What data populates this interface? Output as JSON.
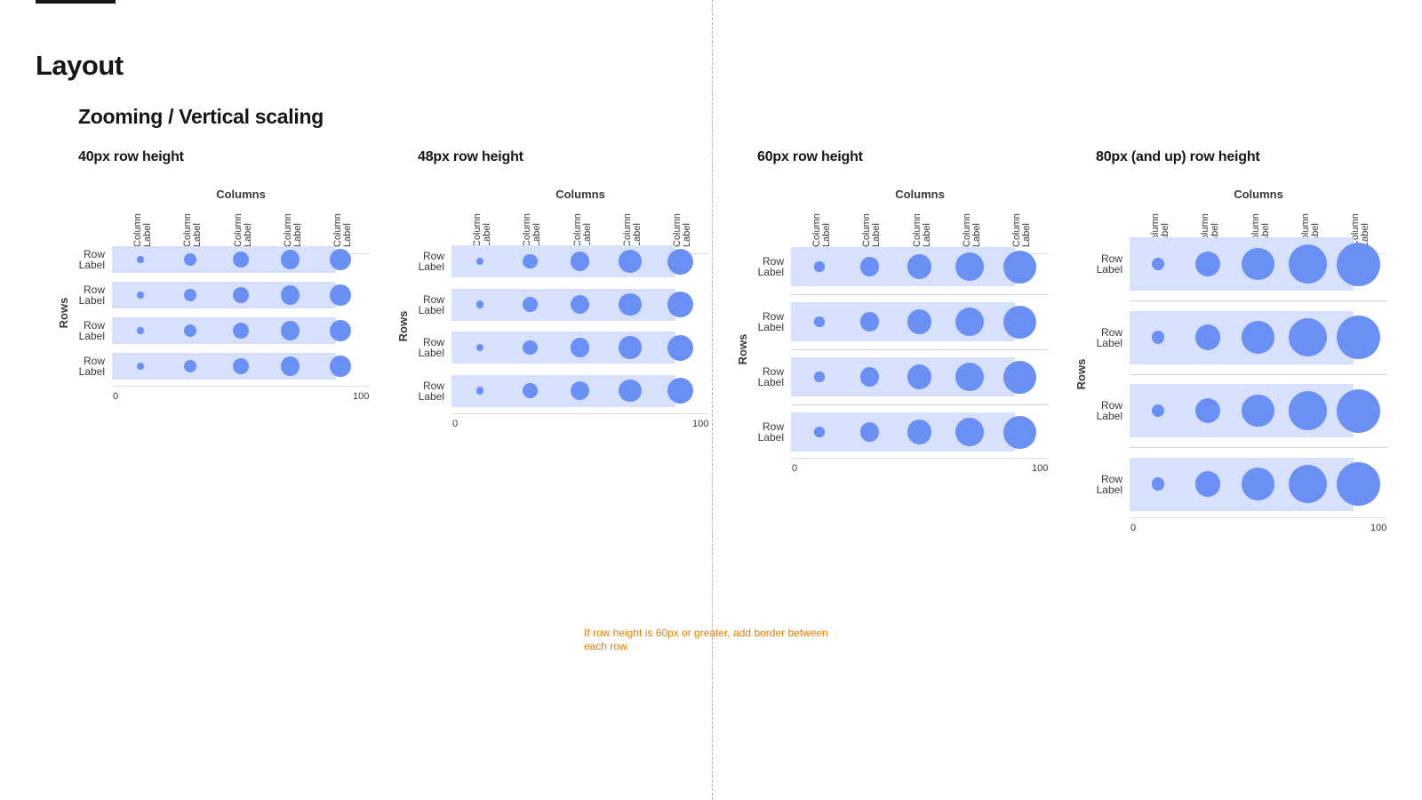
{
  "page": {
    "title": "Layout",
    "section_title": "Zooming / Vertical scaling",
    "note": "If row height is 60px or greater, add border between each row."
  },
  "colors": {
    "dot": "#6a8ff5",
    "row_fill": "#d7e1fb",
    "note": "#e87d00",
    "guide": "#f1a33a"
  },
  "panels": [
    {
      "title": "40px row height",
      "columns_title": "Columns",
      "rows_title": "Rows",
      "columns": [
        "Column Label",
        "Column Label",
        "Column Label",
        "Column Label",
        "Column Label"
      ],
      "rows": [
        "Row Label",
        "Row Label",
        "Row Label",
        "Row Label"
      ],
      "values": [
        10,
        30,
        50,
        70,
        90
      ],
      "axis_min": "0",
      "axis_max": "100",
      "row_borders": false
    },
    {
      "title": "48px row height",
      "columns_title": "Columns",
      "rows_title": "Rows",
      "columns": [
        "Column Label",
        "Column Label",
        "Column Label",
        "Column Label",
        "Column Label"
      ],
      "rows": [
        "Row Label",
        "Row Label",
        "Row Label",
        "Row Label"
      ],
      "values": [
        10,
        30,
        50,
        70,
        90
      ],
      "axis_min": "0",
      "axis_max": "100",
      "row_borders": false
    },
    {
      "title": "60px row height",
      "columns_title": "Columns",
      "rows_title": "Rows",
      "columns": [
        "Column Label",
        "Column Label",
        "Column Label",
        "Column Label",
        "Column Label"
      ],
      "rows": [
        "Row Label",
        "Row Label",
        "Row Label",
        "Row Label"
      ],
      "values": [
        10,
        30,
        50,
        70,
        90
      ],
      "axis_min": "0",
      "axis_max": "100",
      "row_borders": true
    },
    {
      "title": "80px (and up) row height",
      "columns_title": "Columns",
      "rows_title": "Rows",
      "columns": [
        "Column Label",
        "Column Label",
        "Column Label",
        "Column Label",
        "Column Label"
      ],
      "rows": [
        "Row Label",
        "Row Label",
        "Row Label",
        "Row Label"
      ],
      "values": [
        10,
        30,
        50,
        70,
        90
      ],
      "axis_min": "0",
      "axis_max": "100",
      "row_borders": true
    }
  ]
}
